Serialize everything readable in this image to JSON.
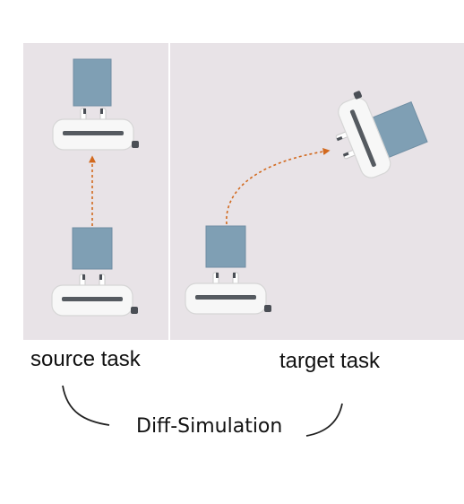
{
  "labels": {
    "source": "source task",
    "target": "target task",
    "diff": "Diff-Simulation"
  },
  "colors": {
    "panel": "#e8e3e7",
    "block": "#7f9fb4",
    "robot": "#f5f5f5",
    "robot_bar": "#555a60",
    "arrow": "#d2691e"
  }
}
